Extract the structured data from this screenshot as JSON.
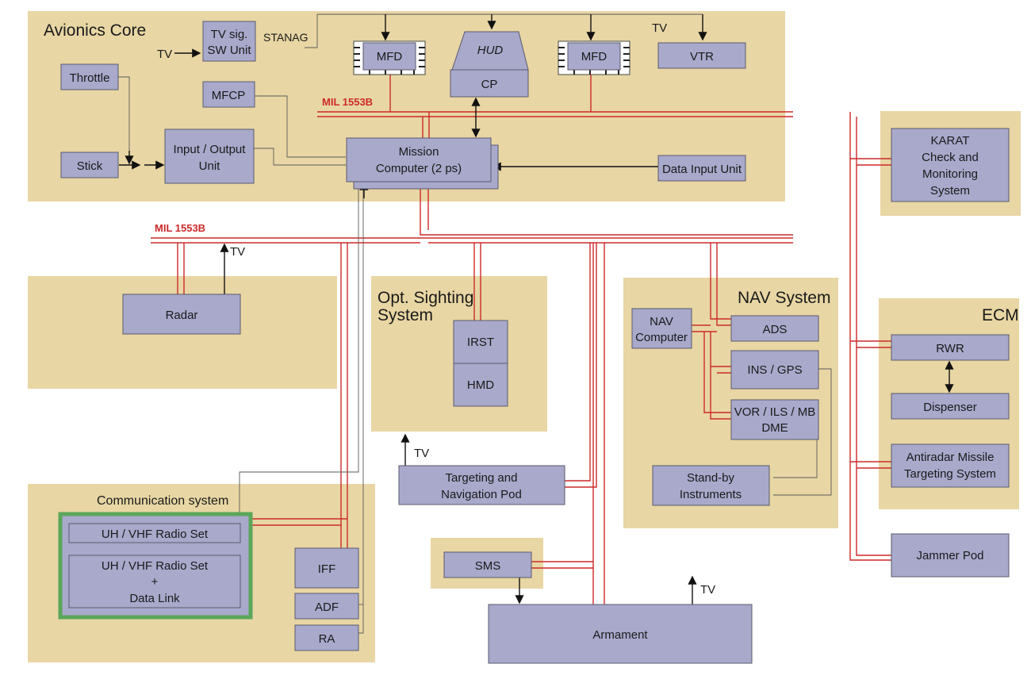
{
  "colors": {
    "panel": "#e8d6a4",
    "box": "#a8a9cb",
    "bus": "#cc2a2a",
    "comm_border": "#5aa65a"
  },
  "sections": {
    "avionics_core": "Avionics Core",
    "opt_sighting": [
      "Opt. Sighting",
      "System"
    ],
    "nav_system": "NAV System",
    "ecm": "ECM",
    "communication": "Communication system"
  },
  "buses": {
    "mil_top": "MIL 1553B",
    "mil_mid": "MIL 1553B"
  },
  "signals": {
    "tv": "TV",
    "stanag": "STANAG"
  },
  "boxes": {
    "tv_switch": [
      "TV sig.",
      "SW Unit"
    ],
    "mfd_left": "MFD",
    "hud": "HUD",
    "cp": "CP",
    "mfd_right": "MFD",
    "vtr": "VTR",
    "throttle": "Throttle",
    "mfcp": "MFCP",
    "io_unit": [
      "Input / Output",
      "Unit"
    ],
    "stick": "Stick",
    "mission_computer": [
      "Mission",
      "Computer (2 ps)"
    ],
    "data_input": "Data Input Unit",
    "karat": [
      "KARAT",
      "Check and",
      "Monitoring",
      "System"
    ],
    "radar": "Radar",
    "irst": "IRST",
    "hmd": "HMD",
    "nav_computer": [
      "NAV",
      "Computer"
    ],
    "ads": "ADS",
    "ins_gps": "INS / GPS",
    "vor": [
      "VOR / ILS / MB",
      "DME"
    ],
    "standby": [
      "Stand-by",
      "Instruments"
    ],
    "rwr": "RWR",
    "dispenser": "Dispenser",
    "antiradar": [
      "Antiradar Missile",
      "Targeting System"
    ],
    "targeting_pod": [
      "Targeting and",
      "Navigation Pod"
    ],
    "radio1": "UH / VHF Radio Set",
    "radio2": [
      "UH / VHF Radio Set",
      "+",
      "Data Link"
    ],
    "iff": "IFF",
    "adf": "ADF",
    "ra": "RA",
    "sms": "SMS",
    "jammer": "Jammer Pod",
    "armament": "Armament"
  }
}
